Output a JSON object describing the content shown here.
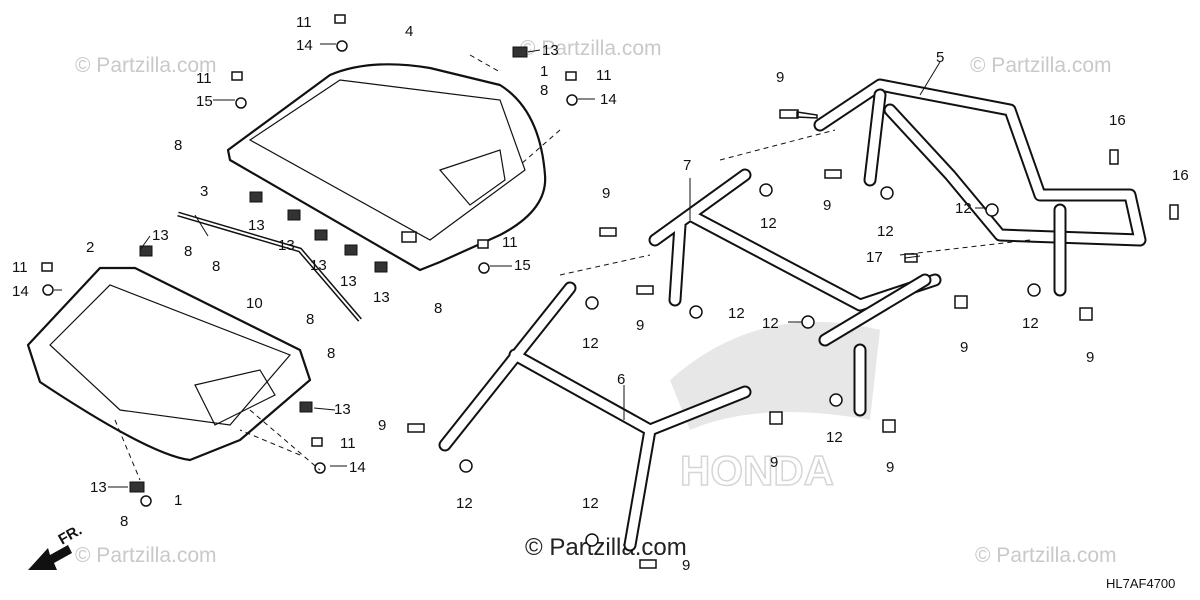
{
  "watermark": {
    "text": "© Partzilla.com"
  },
  "diagram_code": "HL7AF4700",
  "front_arrow": "FR.",
  "logo_text": "HONDA",
  "callouts": {
    "c11a": "11",
    "c14a": "14",
    "c4": "4",
    "c13a": "13",
    "c1a": "1",
    "c8a": "8",
    "c11b": "11",
    "c14b": "14",
    "c11c": "11",
    "c15a": "15",
    "c8b": "8",
    "c3": "3",
    "c13b": "13",
    "c13c": "13",
    "c13d": "13",
    "c13e": "13",
    "c13f": "13",
    "c11d": "11",
    "c15b": "15",
    "c8c": "8",
    "c2": "2",
    "c13g": "13",
    "c11e": "11",
    "c14c": "14",
    "c8d": "8",
    "c8e": "8",
    "c10": "10",
    "c8f": "8",
    "c8g": "8",
    "c13h": "13",
    "c11f": "11",
    "c14d": "14",
    "c13i": "13",
    "c1b": "1",
    "c8h": "8",
    "c5": "5",
    "c9a": "9",
    "c16a": "16",
    "c16b": "16",
    "c9b": "9",
    "c12a": "12",
    "c12b": "12",
    "c17": "17",
    "c7": "7",
    "c9c": "9",
    "c12c": "12",
    "c9d": "9",
    "c12d": "12",
    "c12e": "12",
    "c9e": "9",
    "c12f": "12",
    "c9f": "9",
    "c12g": "12",
    "c9g": "9",
    "c6": "6",
    "c9h": "9",
    "c12h": "12",
    "c9i": "9",
    "c12i": "12",
    "c9j": "9",
    "c12j": "12",
    "c9k": "9"
  }
}
